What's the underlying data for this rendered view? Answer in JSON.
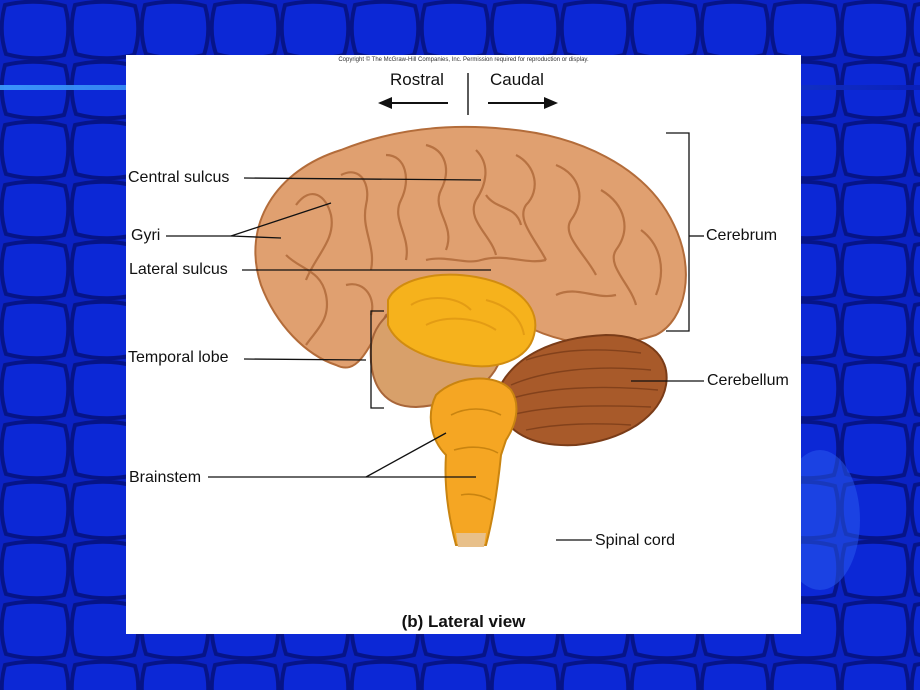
{
  "copyright": "Copyright © The McGraw-Hill Companies, Inc. Permission required for reproduction or display.",
  "directions": {
    "left": "Rostral",
    "right": "Caudal"
  },
  "labels": {
    "central_sulcus": "Central sulcus",
    "gyri": "Gyri",
    "lateral_sulcus": "Lateral sulcus",
    "temporal_lobe": "Temporal lobe",
    "brainstem": "Brainstem",
    "cerebrum": "Cerebrum",
    "cerebellum": "Cerebellum",
    "spinal_cord": "Spinal cord"
  },
  "caption": "(b) Lateral view",
  "colors": {
    "slide_background": "#0a1fb8",
    "cerebrum": "#e0a070",
    "brainstem": "#f5a623",
    "cerebellum": "#a85a2a"
  }
}
